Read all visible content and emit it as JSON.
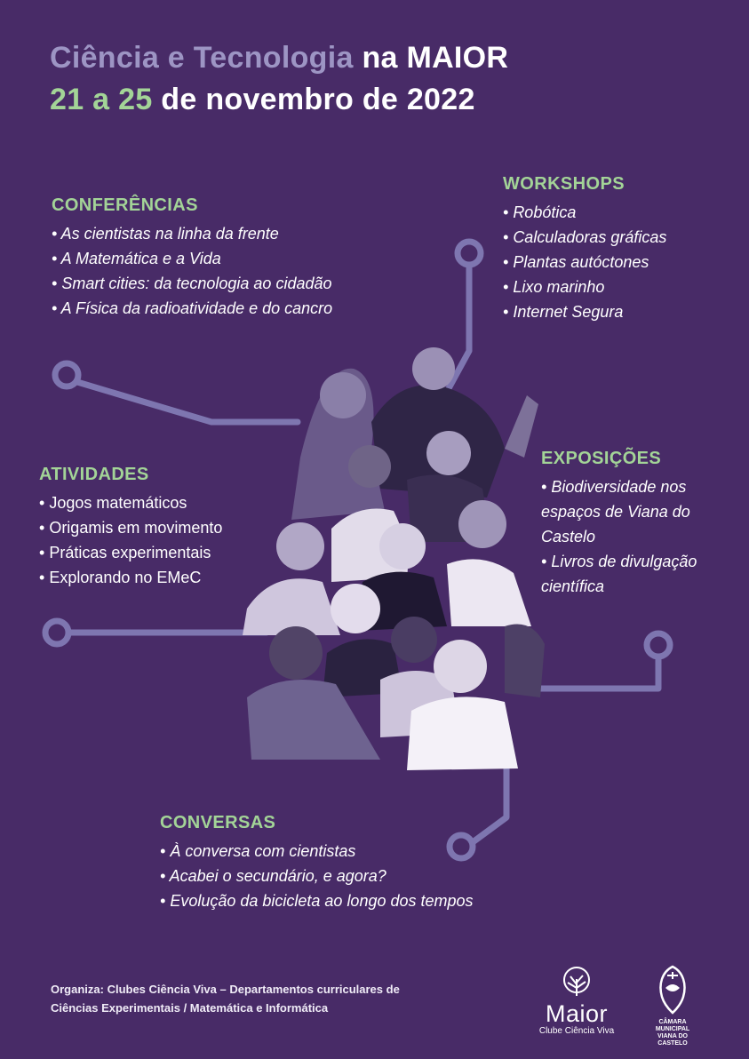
{
  "header": {
    "title_part1": "Ciência e Tecnologia",
    "title_part2": "na MAIOR",
    "date_part1": "21 a 25",
    "date_part2": "de novembro de 2022"
  },
  "conferencias": {
    "heading": "CONFERÊNCIAS",
    "items": [
      "As cientistas na linha da frente",
      "A Matemática e a Vida",
      "Smart cities: da tecnologia ao cidadão",
      "A Física da radioatividade e do cancro"
    ]
  },
  "workshops": {
    "heading": "WORKSHOPS",
    "items": [
      "Robótica",
      "Calculadoras gráficas",
      "Plantas autóctones",
      "Lixo marinho",
      "Internet Segura"
    ]
  },
  "atividades": {
    "heading": "ATIVIDADES",
    "items": [
      "Jogos matemáticos",
      "Origamis em movimento",
      "Práticas experimentais",
      "Explorando no EMeC"
    ]
  },
  "exposicoes": {
    "heading": "EXPOSIÇÕES",
    "items": [
      "Biodiversidade nos espaços de Viana do Castelo",
      "Livros de divulgação científica"
    ]
  },
  "conversas": {
    "heading": "CONVERSAS",
    "items": [
      "À conversa com cientistas",
      "Acabei o secundário, e agora?",
      "Evolução da bicicleta ao longo dos tempos"
    ]
  },
  "footer": {
    "line1": "Organiza: Clubes Ciência Viva – Departamentos curriculares de",
    "line2": "Ciências Experimentais / Matemática e Informática"
  },
  "logos": {
    "maior_word": "Maior",
    "maior_sub": "Clube Ciência Viva",
    "viana_line1": "CÂMARA MUNICIPAL",
    "viana_line2": "VIANA DO CASTELO"
  },
  "colors": {
    "background": "#482b67",
    "accent_green": "#a3d497",
    "muted_lavender": "#9d95c4",
    "connector": "#7e76b0"
  }
}
